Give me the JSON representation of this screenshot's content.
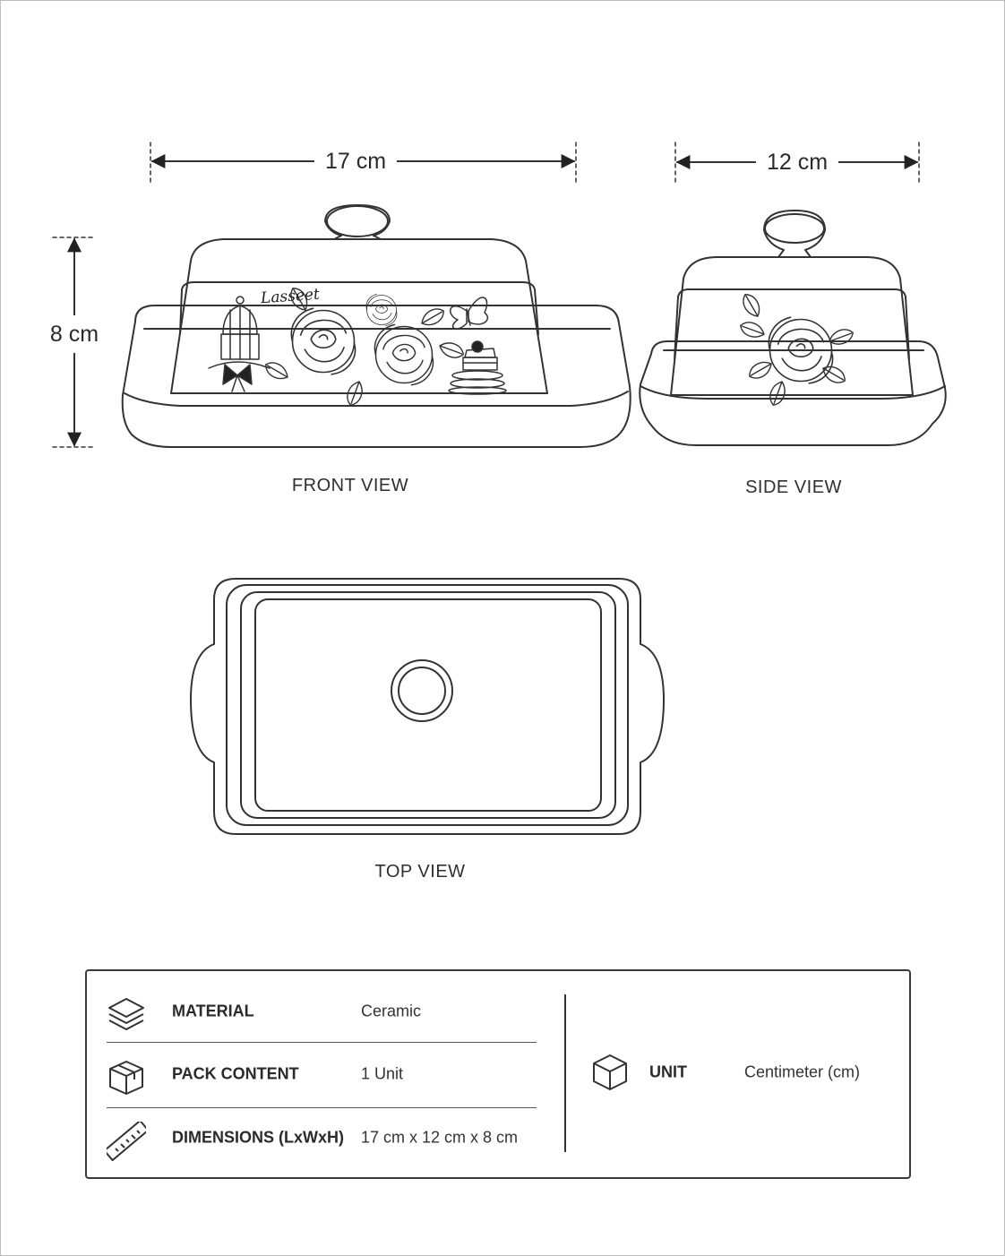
{
  "dimensions": {
    "length": "17 cm",
    "width": "12 cm",
    "height": "8 cm"
  },
  "views": {
    "front": "FRONT VIEW",
    "side": "SIDE VIEW",
    "top": "TOP VIEW"
  },
  "brand_text": "Lasseet",
  "specs": [
    {
      "label": "MATERIAL",
      "value": "Ceramic",
      "icon": "layers-icon"
    },
    {
      "label": "PACK CONTENT",
      "value": "1 Unit",
      "icon": "box-icon"
    },
    {
      "label": "DIMENSIONS (LxWxH)",
      "value": "17 cm x 12 cm x 8 cm",
      "icon": "ruler-icon"
    }
  ],
  "unit": {
    "label": "UNIT",
    "value": "Centimeter (cm)",
    "icon": "cube-icon"
  },
  "colors": {
    "line": "#333333",
    "background": "#ffffff",
    "border": "#bdbdbd"
  }
}
